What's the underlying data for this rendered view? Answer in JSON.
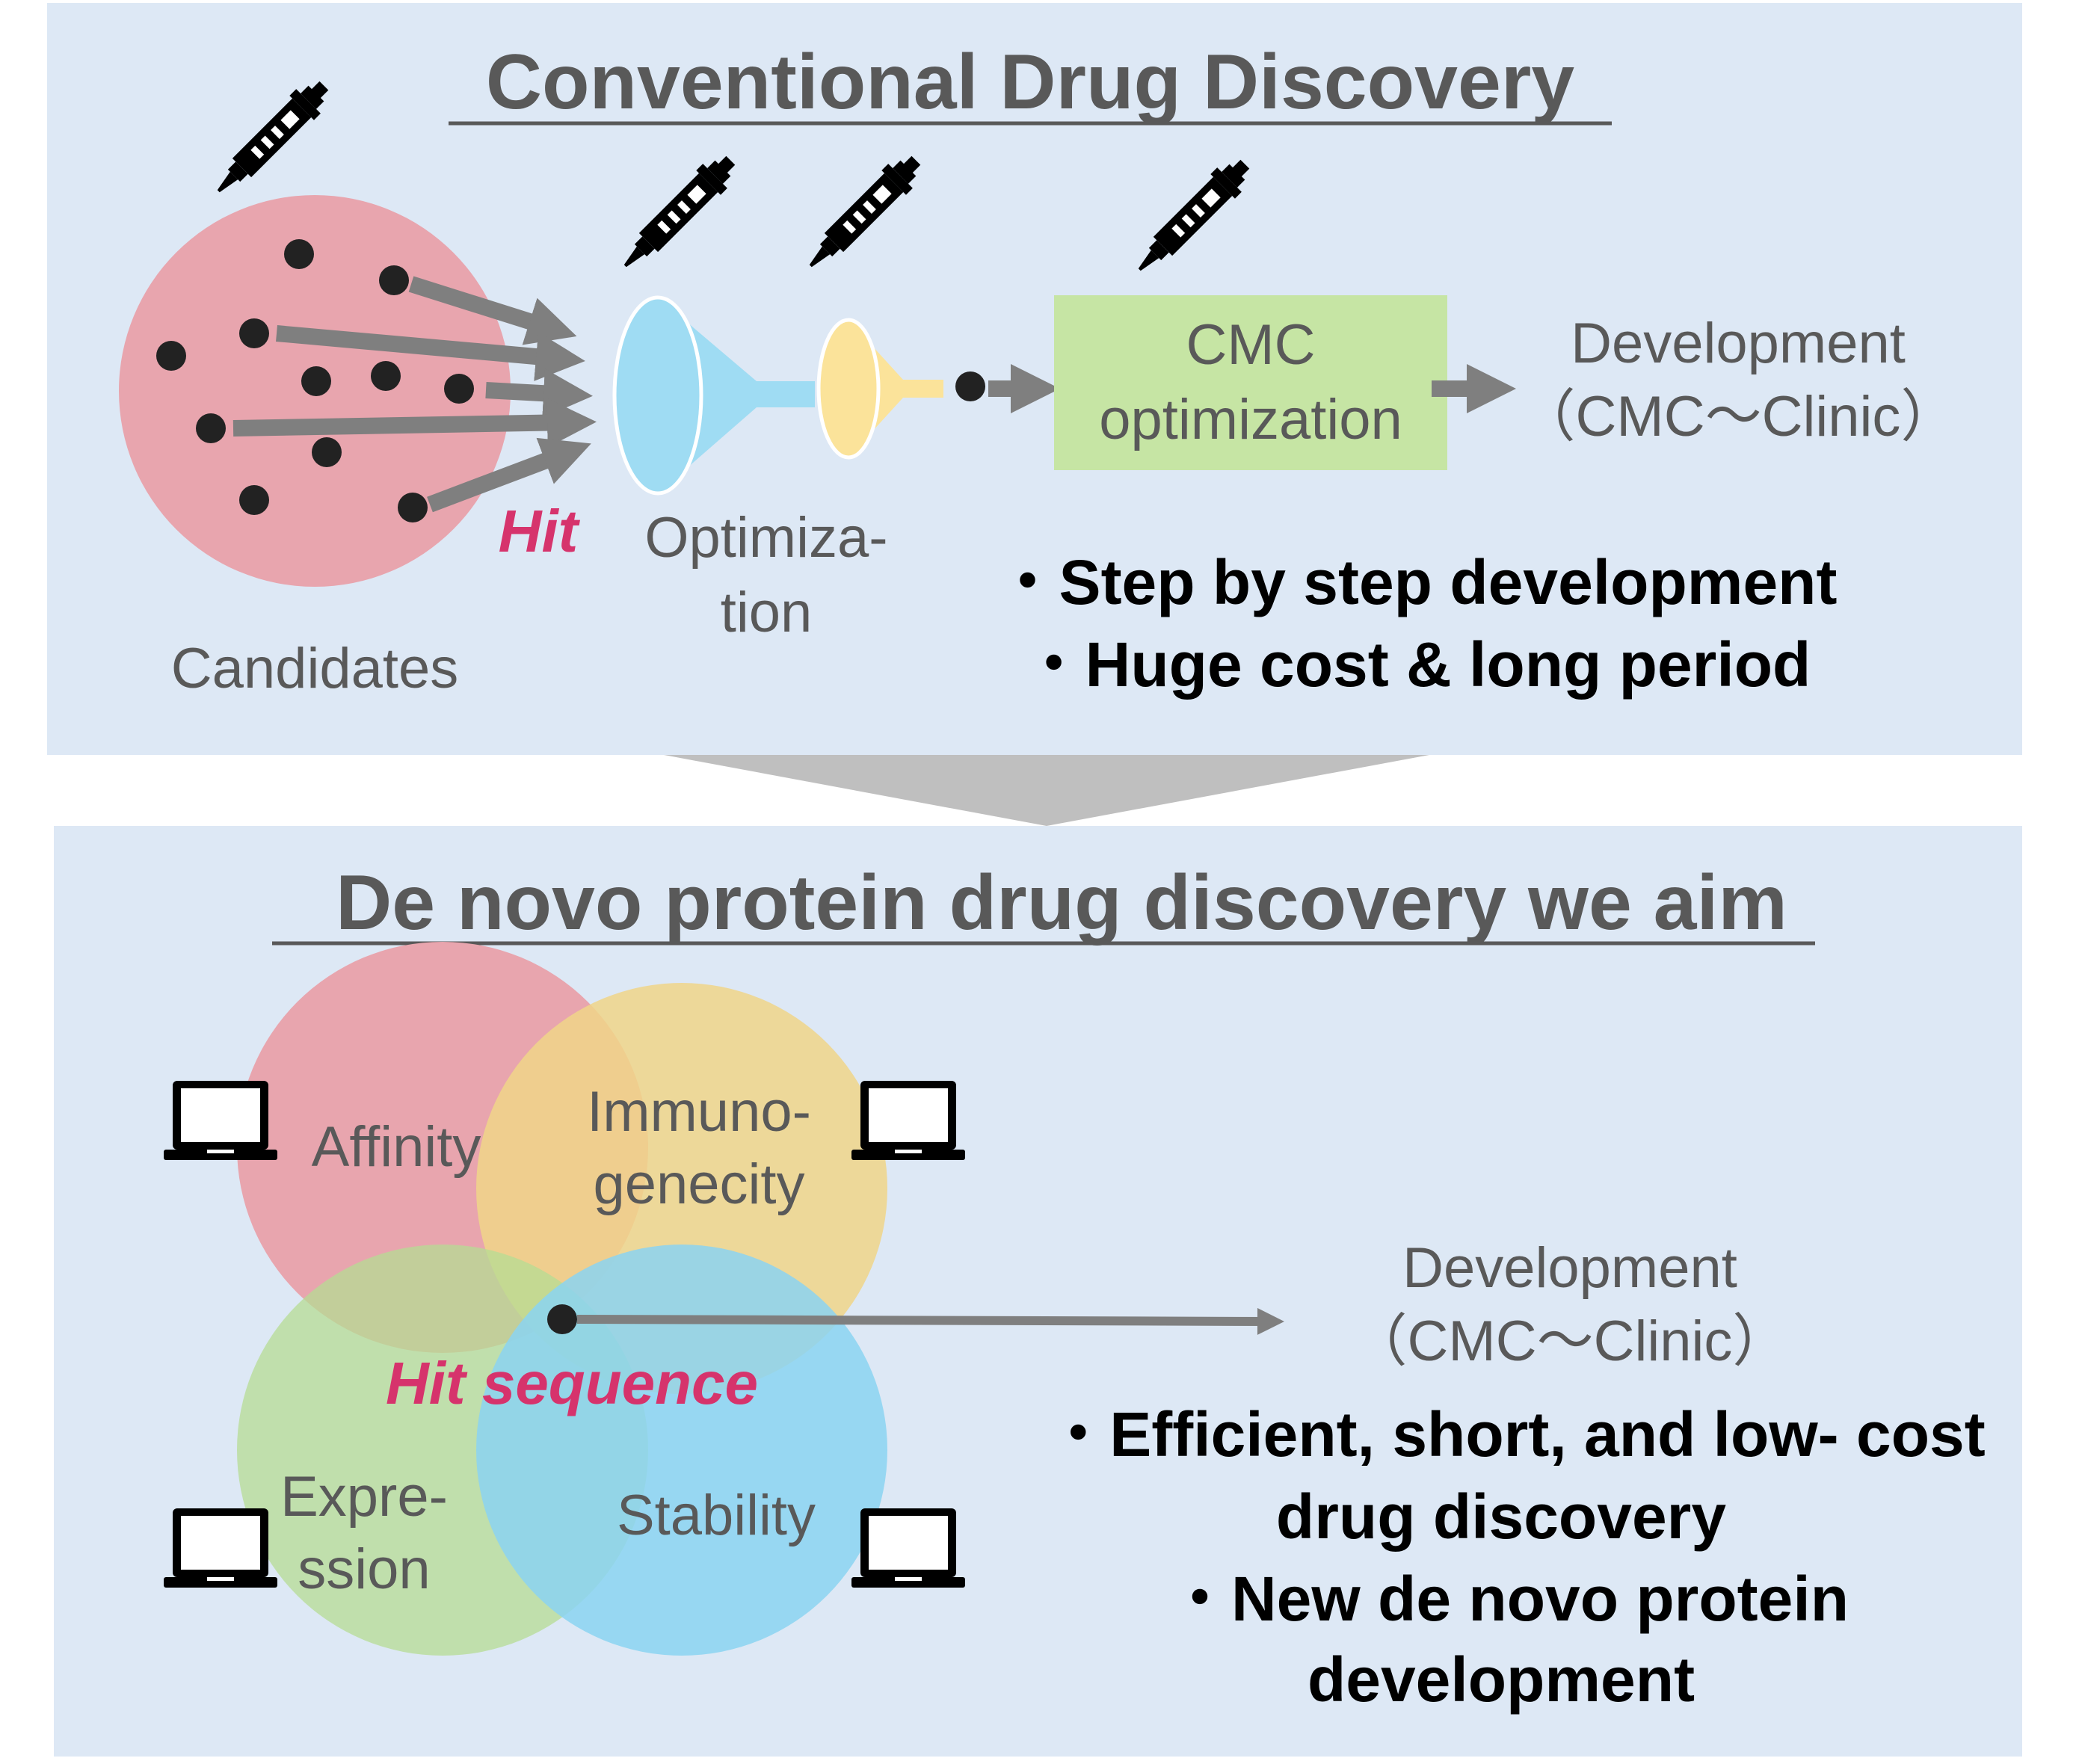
{
  "top_section": {
    "title": "Conventional Drug Discovery",
    "candidates_label": "Candidates",
    "hit_label": "Hit",
    "optimization_label_line1": "Optimiza-",
    "optimization_label_line2": "tion",
    "cmc_box_line1": "CMC",
    "cmc_box_line2": "optimization",
    "development_line1": "Development",
    "development_line2": "（CMC～Clinic）",
    "bullet1": "・Step by step development",
    "bullet2": "・Huge cost & long period"
  },
  "bottom_section": {
    "title": "De novo protein drug discovery we aim",
    "circle_affinity": "Affinity",
    "circle_immuno_line1": "Immuno-",
    "circle_immuno_line2": "genecity",
    "circle_expression_line1": "Expre-",
    "circle_expression_line2": "ssion",
    "circle_stability": "Stability",
    "hit_sequence_label": "Hit sequence",
    "development_line1": "Development",
    "development_line2": "（CMC～Clinic）",
    "bullet1_line1": "・Efficient, short, and low- cost",
    "bullet1_line2": "drug discovery",
    "bullet2_line1": "・New de novo protein",
    "bullet2_line2": "development"
  },
  "colors": {
    "panel_bg": "#dde8f5",
    "text_gray": "#595959",
    "hit_pink": "#d6336c",
    "candidates_circle": "#e8a5ae",
    "funnel_blue": "#9fdcf3",
    "funnel_yellow": "#fbe39a",
    "cmc_green": "#c6e5a4",
    "arrow_gray": "#7f7f7f",
    "affinity_red": "#e8a5ae",
    "immuno_yellow": "#f0d588",
    "expression_green": "#b5dc93",
    "stability_blue": "#8bd3f1"
  },
  "icons": {
    "pipette": "pipette-icon",
    "laptop": "laptop-icon"
  }
}
